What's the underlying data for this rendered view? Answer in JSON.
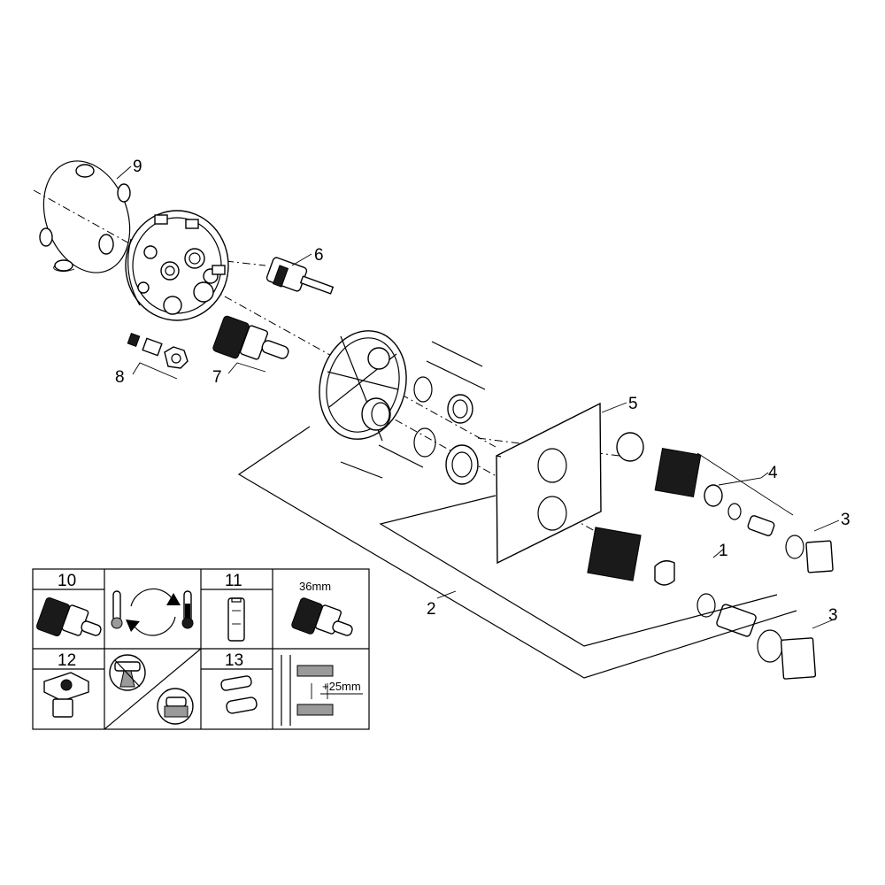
{
  "callouts": {
    "c1": "1",
    "c2": "2",
    "c3a": "3",
    "c3b": "3",
    "c4": "4",
    "c5": "5",
    "c6": "6",
    "c7": "7",
    "c8": "8",
    "c9": "9"
  },
  "reference_table": {
    "r10": "10",
    "r11": "11",
    "r12": "12",
    "r13": "13",
    "dim_36mm": "36mm",
    "dim_25mm": "+25mm"
  },
  "icons": {
    "thermo_cold": "thermometer-cold-icon",
    "thermo_hot": "thermometer-hot-icon",
    "rotate": "swap-arrows-icon",
    "no_clean": "no-abrasive-cleaning-icon",
    "clean": "cleaning-icon"
  }
}
